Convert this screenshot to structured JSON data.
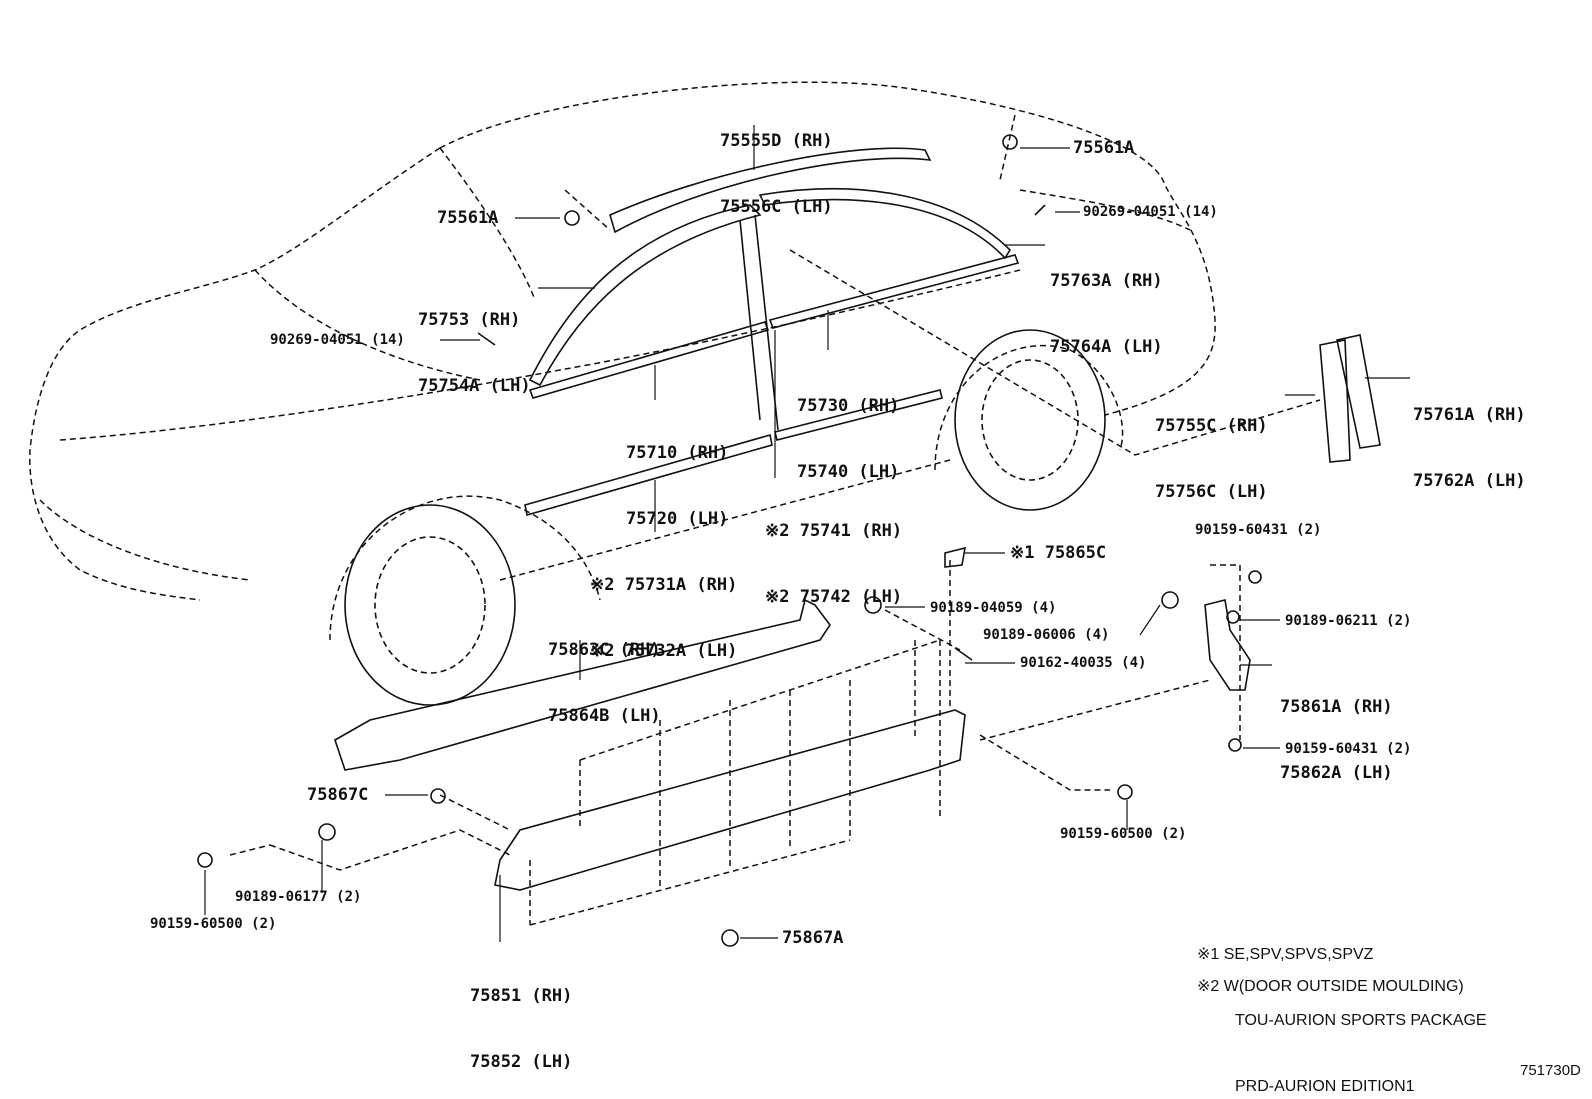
{
  "parts": {
    "p75555": [
      "75555D (RH)",
      "75556C (LH)"
    ],
    "p75561a_r": "75561A",
    "p75561a_l": "75561A",
    "p90269_r": "90269-04051 (14)",
    "p90269_l": "90269-04051 (14)",
    "p75763": [
      "75763A (RH)",
      "75764A (LH)"
    ],
    "p75753": [
      "75753 (RH)",
      "75754A (LH)"
    ],
    "p75730": [
      "75730 (RH)",
      "75740 (LH)"
    ],
    "p75710": [
      "75710 (RH)",
      "75720 (LH)"
    ],
    "p75755": [
      "75755C (RH)",
      "75756C (LH)"
    ],
    "p75761": [
      "75761A (RH)",
      "75762A (LH)"
    ],
    "p75741": [
      "※2 75741 (RH)",
      "※2 75742 (LH)"
    ],
    "p75731": [
      "※2 75731A (RH)",
      "※2 75732A (LH)"
    ],
    "p90159_60431_top": "90159-60431 (2)",
    "p75865": "※1 75865C",
    "p90189_04059": "90189-04059 (4)",
    "p90189_06006": "90189-06006 (4)",
    "p90189_06211": "90189-06211 (2)",
    "p75863": [
      "75863C (RH)",
      "75864B (LH)"
    ],
    "p90162": "90162-40035 (4)",
    "p75861": [
      "75861A (RH)",
      "75862A (LH)"
    ],
    "p90159_60431_bot": "90159-60431 (2)",
    "p75867c": "75867C",
    "p90159_60500_r": "90159-60500 (2)",
    "p90189_06177": "90189-06177 (2)",
    "p90159_60500_l": "90159-60500 (2)",
    "p75851": [
      "75851 (RH)",
      "75852 (LH)"
    ],
    "p75867a": "75867A"
  },
  "notes": {
    "n1_line1": "※1 SE,SPV,SPVS,SPVZ",
    "n1_line2": "TOU-AURION SPORTS PACKAGE",
    "n1_line3": "PRD-AURION EDITION1",
    "n2": "※2 W(DOOR OUTSIDE MOULDING)"
  },
  "diagram_code": "751730D"
}
